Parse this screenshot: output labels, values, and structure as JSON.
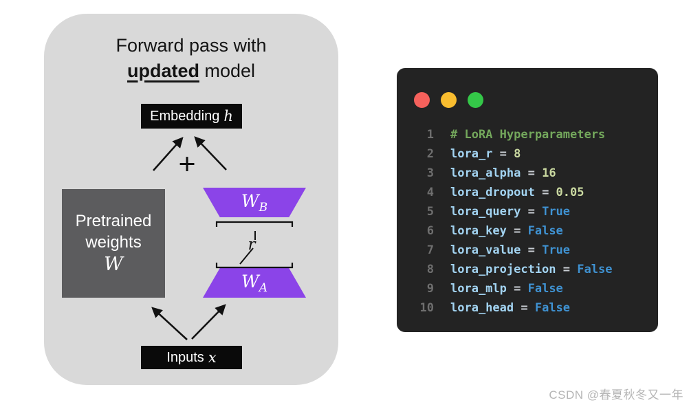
{
  "diagram": {
    "title": {
      "line1": "Forward pass with",
      "updated": "updated",
      "rest": " model"
    },
    "embedding": {
      "label": "Embedding",
      "symbol": "h"
    },
    "pretrained": {
      "line1": "Pretrained",
      "line2": "weights",
      "symbol": "W"
    },
    "wb": {
      "main": "W",
      "sub": "B"
    },
    "wa": {
      "main": "W",
      "sub": "A"
    },
    "rank_label": "r",
    "plus": "+",
    "inputs": {
      "label": "Inputs",
      "symbol": "x"
    },
    "colors": {
      "container": "#d9d9d9",
      "pretrained_box": "#5c5c5e",
      "lora_purple": "#8b44e8",
      "black_box": "#0a0a0a"
    }
  },
  "codeWindow": {
    "colors": {
      "background": "#232323",
      "traffic_red": "#f5615c",
      "traffic_yellow": "#f9bd2f",
      "traffic_green": "#34c748",
      "comment": "#74a85c",
      "variable": "#a3d4f2",
      "operator": "#c9ced3",
      "number": "#c9d8a0",
      "boolean": "#3f92d2",
      "line_number": "#6f6f6f"
    },
    "lines": [
      {
        "num": "1",
        "tokens": [
          {
            "text": "# LoRA Hyperparameters",
            "type": "comment"
          }
        ]
      },
      {
        "num": "2",
        "tokens": [
          {
            "text": "lora_r",
            "type": "variable"
          },
          {
            "text": " = ",
            "type": "operator"
          },
          {
            "text": "8",
            "type": "number"
          }
        ]
      },
      {
        "num": "3",
        "tokens": [
          {
            "text": "lora_alpha",
            "type": "variable"
          },
          {
            "text": " = ",
            "type": "operator"
          },
          {
            "text": "16",
            "type": "number"
          }
        ]
      },
      {
        "num": "4",
        "tokens": [
          {
            "text": "lora_dropout",
            "type": "variable"
          },
          {
            "text": " = ",
            "type": "operator"
          },
          {
            "text": "0.05",
            "type": "number"
          }
        ]
      },
      {
        "num": "5",
        "tokens": [
          {
            "text": "lora_query",
            "type": "variable"
          },
          {
            "text": " = ",
            "type": "operator"
          },
          {
            "text": "True",
            "type": "boolean"
          }
        ]
      },
      {
        "num": "6",
        "tokens": [
          {
            "text": "lora_key",
            "type": "variable"
          },
          {
            "text": " = ",
            "type": "operator"
          },
          {
            "text": "False",
            "type": "boolean"
          }
        ]
      },
      {
        "num": "7",
        "tokens": [
          {
            "text": "lora_value",
            "type": "variable"
          },
          {
            "text": " = ",
            "type": "operator"
          },
          {
            "text": "True",
            "type": "boolean"
          }
        ]
      },
      {
        "num": "8",
        "tokens": [
          {
            "text": "lora_projection",
            "type": "variable"
          },
          {
            "text": " = ",
            "type": "operator"
          },
          {
            "text": "False",
            "type": "boolean"
          }
        ]
      },
      {
        "num": "9",
        "tokens": [
          {
            "text": "lora_mlp",
            "type": "variable"
          },
          {
            "text": " = ",
            "type": "operator"
          },
          {
            "text": "False",
            "type": "boolean"
          }
        ]
      },
      {
        "num": "10",
        "tokens": [
          {
            "text": "lora_head",
            "type": "variable"
          },
          {
            "text": " = ",
            "type": "operator"
          },
          {
            "text": "False",
            "type": "boolean"
          }
        ]
      }
    ]
  },
  "watermark": "CSDN @春夏秋冬又一年"
}
